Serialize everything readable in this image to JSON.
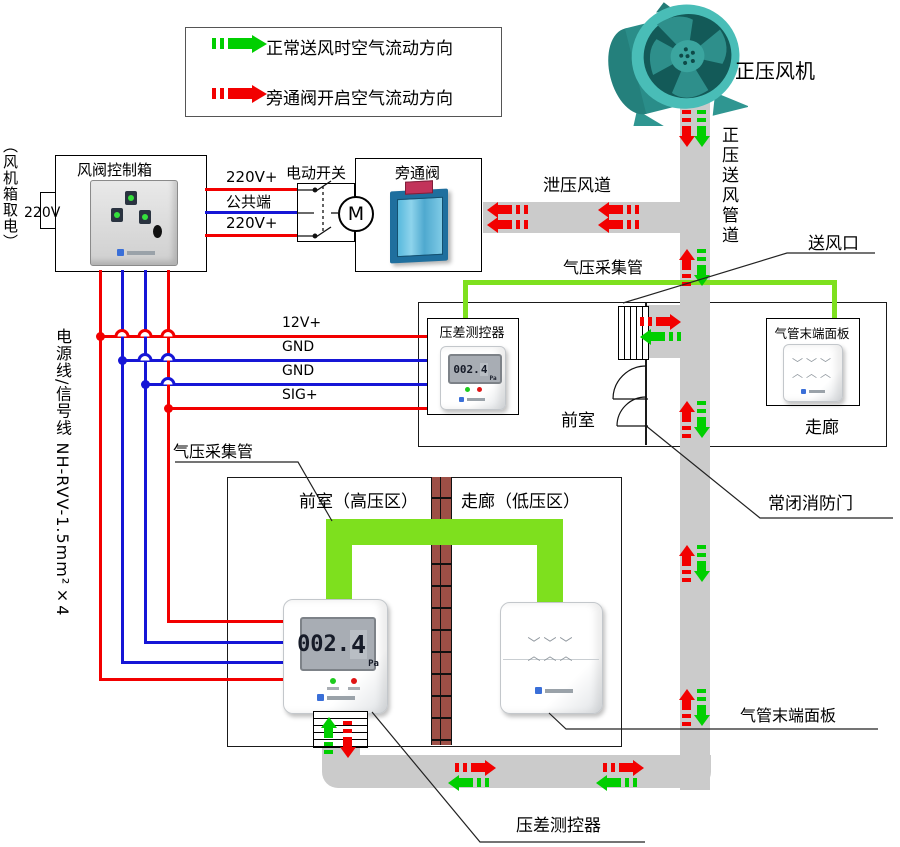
{
  "legend": {
    "items": [
      {
        "label": "正常送风时空气流动方向",
        "color": "#00cf00"
      },
      {
        "label": "旁通阀开启空气流动方向",
        "color": "#f20000"
      }
    ]
  },
  "fan": {
    "label": "正压风机"
  },
  "control_box": {
    "title": "风阀控制箱",
    "voltage": "220V",
    "source_note": "（风机箱取电）"
  },
  "power_wires": {
    "l1": "220V+",
    "common": "公共端",
    "l2": "220V+"
  },
  "signal_wires": {
    "w1": "12V+",
    "w2": "GND",
    "w3": "GND",
    "w4": "SIG+"
  },
  "cable_note": "电源线/信号线 NH-RVV-1.5mm²×4",
  "switch_box": {
    "title": "电动开关",
    "motor": "M"
  },
  "bypass_valve": {
    "title": "旁通阀"
  },
  "labels": {
    "relief_duct": "泄压风道",
    "supply_duct": "正压送风管道",
    "air_outlet": "送风口",
    "sampling_tube_upper": "气压采集管",
    "sampling_tube_lower": "气压采集管",
    "fire_door": "常闭消防门",
    "panel_bottom": "气管末端面板",
    "controller_bottom": "压差测控器"
  },
  "upper_room": {
    "front": "前室",
    "corridor": "走廊",
    "controller_title": "压差测控器",
    "panel_title": "气管末端面板"
  },
  "lower_room": {
    "front": "前室（高压区）",
    "corridor": "走廊（低压区）"
  },
  "lcd": {
    "value_main": "002.",
    "value_last": "4",
    "unit": "Pa"
  },
  "colors": {
    "normal_flow": "#00cf00",
    "bypass_flow": "#f20000",
    "duct": "#cbcbcb",
    "sampling_tube": "#7ee01e",
    "wire_red": "#f20000",
    "wire_blue": "#1616d6"
  }
}
